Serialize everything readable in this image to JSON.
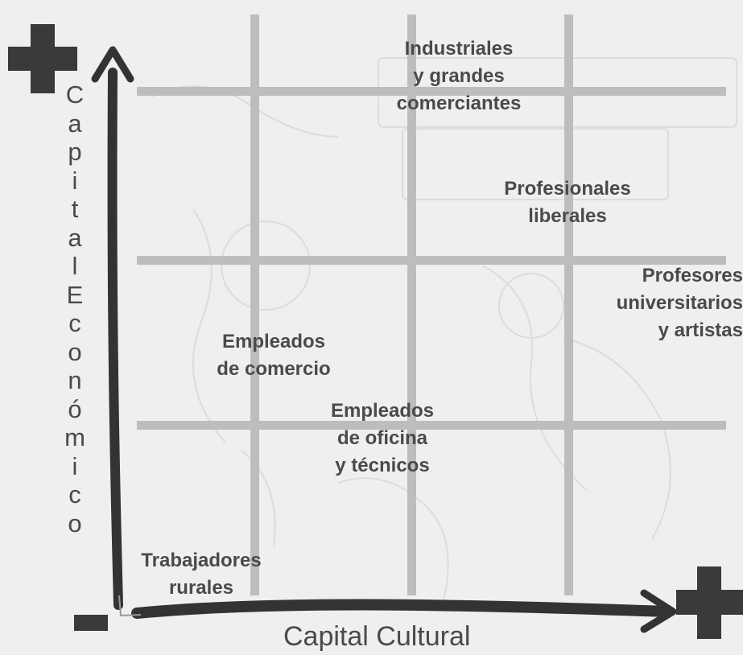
{
  "diagram": {
    "y_axis": {
      "label": "Capital Económico",
      "high_marker": "+",
      "low_marker": "-"
    },
    "x_axis": {
      "label": "Capital Cultural",
      "high_marker": "+"
    },
    "groups": [
      {
        "id": "industriales",
        "lines": [
          "Industriales",
          "y grandes",
          "comerciantes"
        ]
      },
      {
        "id": "profesionales",
        "lines": [
          "Profesionales",
          "liberales"
        ]
      },
      {
        "id": "profesores",
        "lines": [
          "Profesores",
          "universitarios",
          "y artistas"
        ]
      },
      {
        "id": "empleados-comercio",
        "lines": [
          "Empleados",
          "de comercio"
        ]
      },
      {
        "id": "empleados-oficina",
        "lines": [
          "Empleados",
          "de oficina",
          "y técnicos"
        ]
      },
      {
        "id": "trabajadores",
        "lines": [
          "Trabajadores",
          "rurales"
        ]
      }
    ],
    "colors": {
      "background": "#efefed",
      "grid": "#bdbdbd",
      "arrow": "#333333",
      "text": "#4a4a4a"
    }
  }
}
